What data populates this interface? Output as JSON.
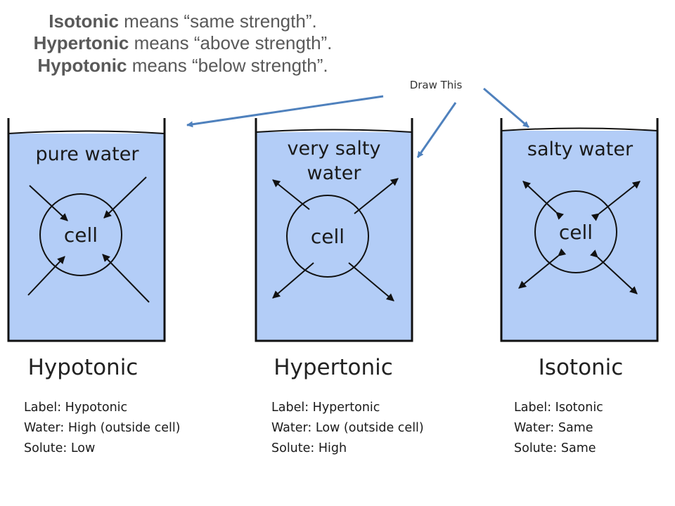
{
  "definitions": [
    {
      "term": "Isotonic",
      "rest": " means “same strength”."
    },
    {
      "term": "Hypertonic",
      "rest": " means “above strength”."
    },
    {
      "term": "Hypotonic",
      "rest": " means “below strength”."
    }
  ],
  "callout": "Draw This",
  "colors": {
    "water": "#b3cdf7",
    "outline": "#111111",
    "callout_arrow": "#4f81bd",
    "definition_text": "#595959"
  },
  "beakers": [
    {
      "title_lines": [
        "pure water"
      ],
      "cell": "cell",
      "type": "Hypotonic",
      "arrow_direction": "inward",
      "info": {
        "label": "Label: Hypotonic",
        "water": "Water: High (outside cell)",
        "solute": "Solute: Low"
      }
    },
    {
      "title_lines": [
        "very salty",
        "water"
      ],
      "cell": "cell",
      "type": "Hypertonic",
      "arrow_direction": "outward",
      "info": {
        "label": "Label: Hypertonic",
        "water": "Water: Low (outside cell)",
        "solute": "Solute: High"
      }
    },
    {
      "title_lines": [
        "salty water"
      ],
      "cell": "cell",
      "type": "Isotonic",
      "arrow_direction": "both",
      "info": {
        "label": "Label: Isotonic",
        "water": "Water: Same",
        "solute": "Solute: Same"
      }
    }
  ]
}
